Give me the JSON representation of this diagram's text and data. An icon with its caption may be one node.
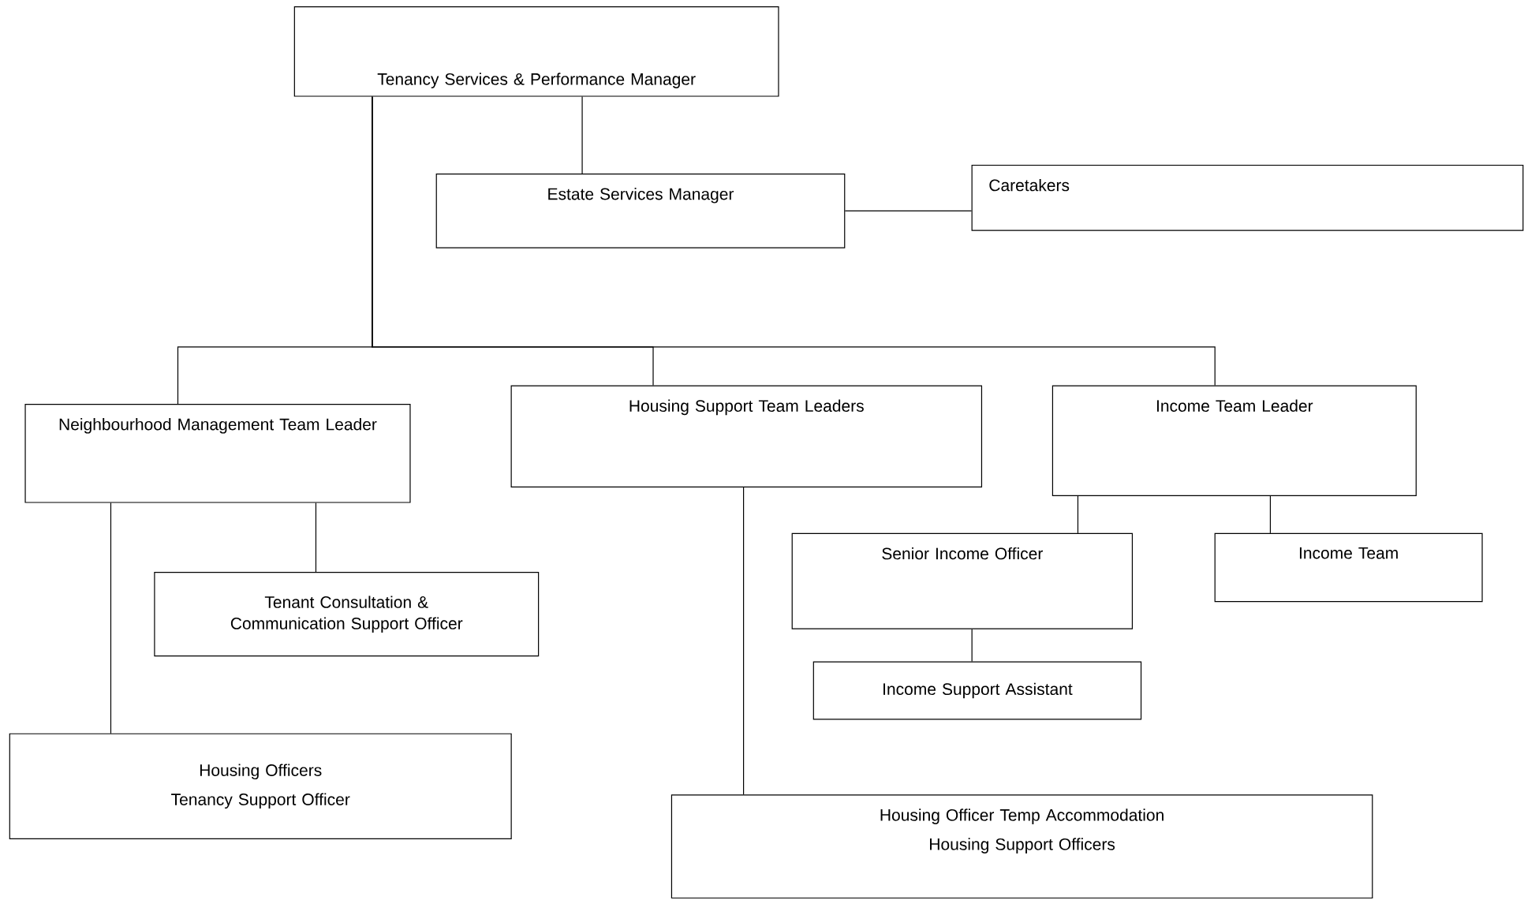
{
  "diagram": {
    "nodes": [
      {
        "text": [
          "Tenancy Services & Performance Manager"
        ]
      },
      {
        "text": [
          "Estate Services Manager"
        ]
      },
      {
        "text": [
          "Caretakers"
        ]
      },
      {
        "text": [
          "Neighbourhood Management Team Leader"
        ]
      },
      {
        "text": [
          "Housing Support Team Leaders"
        ]
      },
      {
        "text": [
          "Income Team Leader"
        ]
      },
      {
        "text": [
          "Tenant Consultation & Communication Support Officer"
        ]
      },
      {
        "text": [
          "Senior Income Officer"
        ]
      },
      {
        "text": [
          "Income Team"
        ]
      },
      {
        "text": [
          "Income Support Assistant"
        ]
      },
      {
        "text": [
          "Housing Officers",
          "Tenancy Support Officer"
        ]
      },
      {
        "text": [
          "Housing Officer Temp Accommodation",
          "Housing Support Officers"
        ]
      }
    ],
    "edges": [
      {
        "from": 0,
        "to": 1,
        "arrow": "none"
      },
      {
        "from": 1,
        "to": 2,
        "arrow": "none"
      },
      {
        "from": 0,
        "to": 3,
        "arrow": "none"
      },
      {
        "from": 0,
        "to": 4,
        "arrow": "none"
      },
      {
        "from": 0,
        "to": 5,
        "arrow": "none"
      },
      {
        "from": 3,
        "to": 10,
        "arrow": "none"
      },
      {
        "from": 3,
        "to": 6,
        "arrow": "none"
      },
      {
        "from": 4,
        "to": 11,
        "arrow": "none"
      },
      {
        "from": 5,
        "to": 7,
        "arrow": "none"
      },
      {
        "from": 5,
        "to": 8,
        "arrow": "none"
      },
      {
        "from": 7,
        "to": 9,
        "arrow": "none"
      }
    ]
  }
}
